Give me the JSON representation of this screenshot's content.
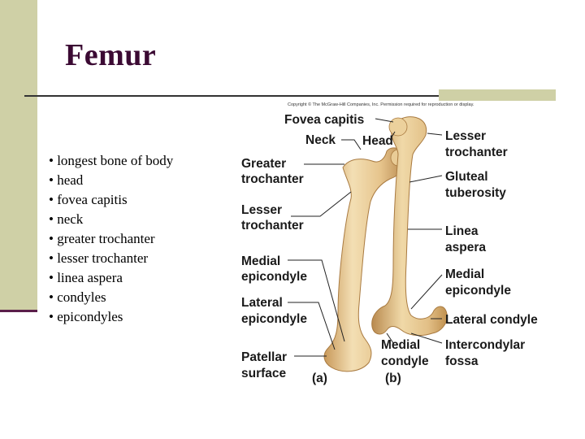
{
  "slide": {
    "title": "Femur",
    "bullets": [
      "longest bone of body",
      "head",
      "fovea capitis",
      "neck",
      "greater trochanter",
      "lesser trochanter",
      "linea aspera",
      "condyles",
      "epicondyles"
    ]
  },
  "figure": {
    "copyright": "Copyright © The McGraw-Hill Companies, Inc. Permission required for reproduction or display.",
    "labels": {
      "fovea_capitis": "Fovea capitis",
      "neck": "Neck",
      "head": "Head",
      "greater_trochanter_1": "Greater",
      "greater_trochanter_2": "trochanter",
      "lesser_trochanter_a_1": "Lesser",
      "lesser_trochanter_a_2": "trochanter",
      "medial_epicondyle_a_1": "Medial",
      "medial_epicondyle_a_2": "epicondyle",
      "lateral_epicondyle_1": "Lateral",
      "lateral_epicondyle_2": "epicondyle",
      "patellar_surface_1": "Patellar",
      "patellar_surface_2": "surface",
      "view_a": "(a)",
      "view_b": "(b)",
      "lesser_trochanter_b_1": "Lesser",
      "lesser_trochanter_b_2": "trochanter",
      "gluteal_tuberosity_1": "Gluteal",
      "gluteal_tuberosity_2": "tuberosity",
      "linea_aspera_1": "Linea",
      "linea_aspera_2": "aspera",
      "medial_epicondyle_b_1": "Medial",
      "medial_epicondyle_b_2": "epicondyle",
      "lateral_condyle": "Lateral condyle",
      "medial_condyle_1": "Medial",
      "medial_condyle_2": "condyle",
      "intercondylar_fossa_1": "Intercondylar",
      "intercondylar_fossa_2": "fossa"
    },
    "colors": {
      "bone_light": "#f3dfb4",
      "bone_mid": "#e2bf86",
      "bone_dark": "#b98a4f"
    }
  },
  "theme": {
    "sidebar": "#cfd0a6",
    "title_color": "#3b0a33",
    "rule_color": "#333333"
  }
}
